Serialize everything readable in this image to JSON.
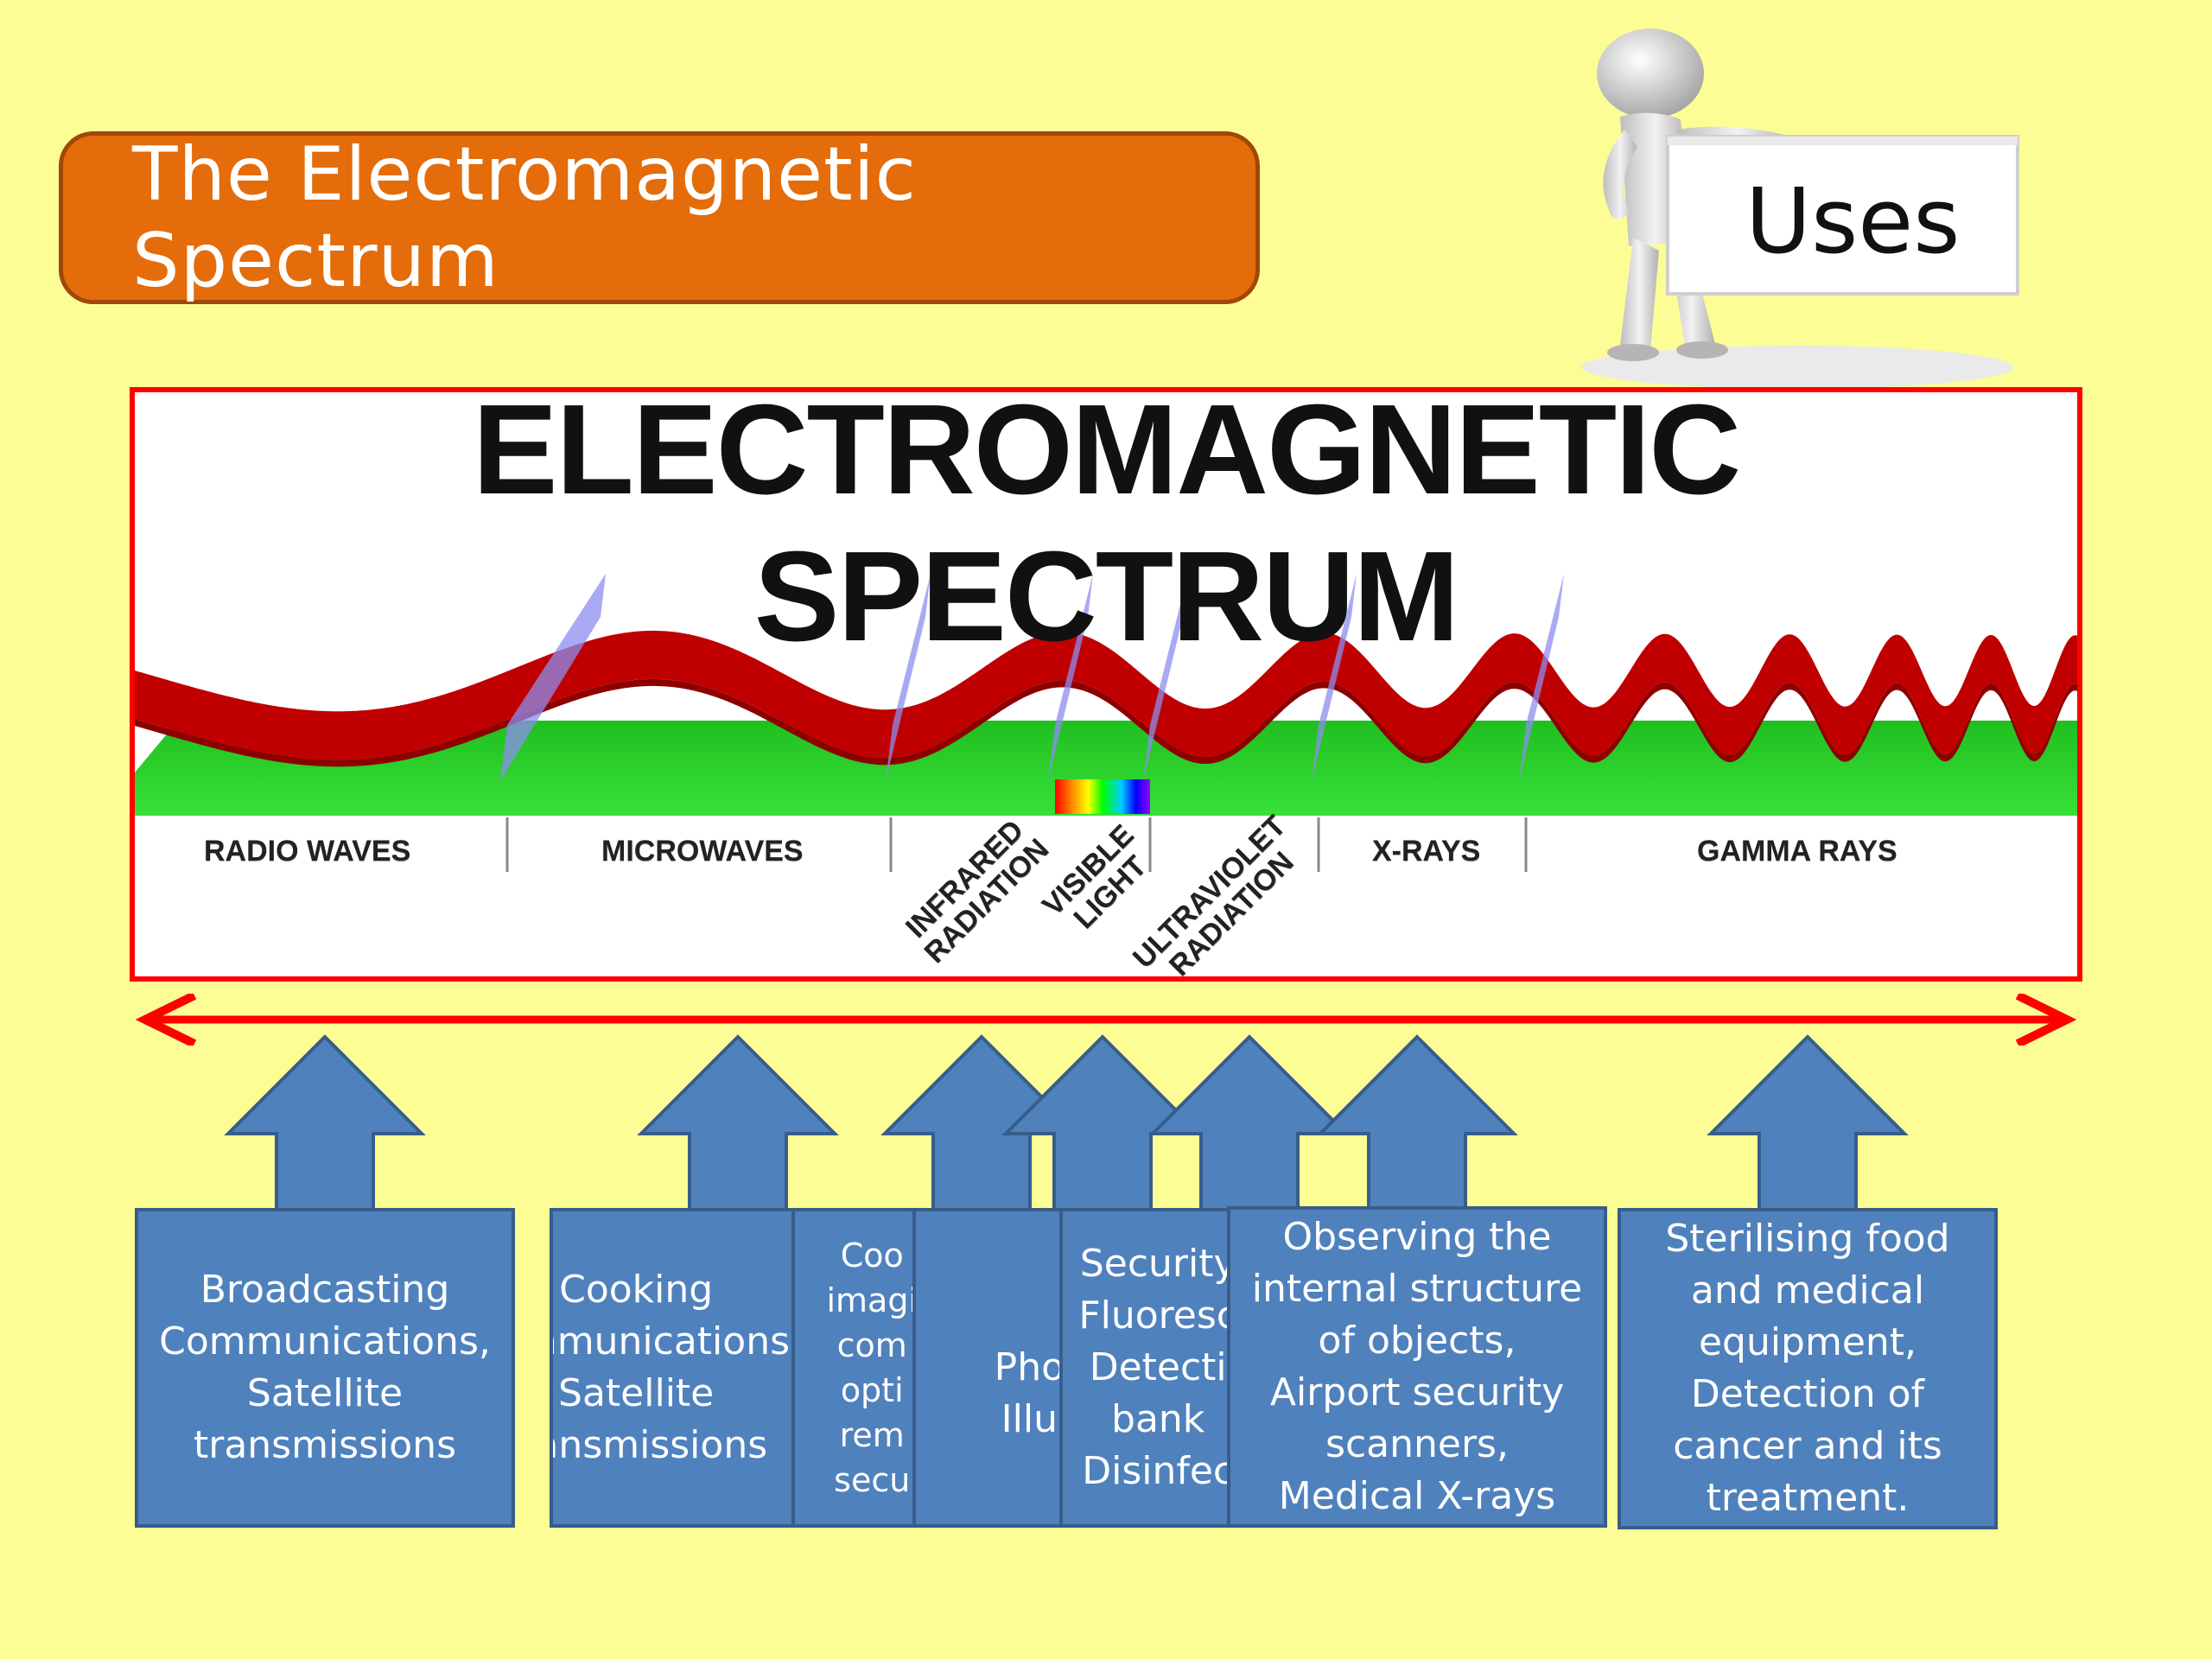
{
  "slide": {
    "title": "The Electromagnetic Spectrum",
    "uses_label": "Uses"
  },
  "spectrum": {
    "heading": "ELECTROMAGNETIC SPECTRUM",
    "bands": [
      {
        "label": "RADIO WAVES"
      },
      {
        "label": "MICROWAVES"
      },
      {
        "label": "INFRARED\nRADIATION"
      },
      {
        "label": "VISIBLE\nLIGHT"
      },
      {
        "label": "ULTRAVIOLET\nRADIATION"
      },
      {
        "label": "X-RAYS"
      },
      {
        "label": "GAMMA RAYS"
      }
    ]
  },
  "uses": [
    {
      "text": "Broadcasting\nCommunications,\nSatellite\ntransmissions"
    },
    {
      "text": "Cooking\nCommunications,\nSatellite\ntransmissions"
    },
    {
      "text": "Coo\nimagi\ncom\nopti\nrem\nsecu"
    },
    {
      "text": "\nPho\nIllu"
    },
    {
      "text": "Security\nFluoresc\nDetecti\nbank\nDisinfec"
    },
    {
      "text": "Observing the\ninternal structure\nof objects,\nAirport security\nscanners,\nMedical X-rays"
    },
    {
      "text": "Sterilising food\nand medical\nequipment,\nDetection of\ncancer and its\ntreatment."
    }
  ],
  "colors": {
    "background": "#fdfd96",
    "title_box": "#e46c0a",
    "frame": "#ff0000",
    "wave": "#c00000",
    "ground": "#22cc22",
    "divider": "#8c8cf0",
    "arrow_blue": "#4f81bd",
    "range_arrow": "#ff0000"
  }
}
